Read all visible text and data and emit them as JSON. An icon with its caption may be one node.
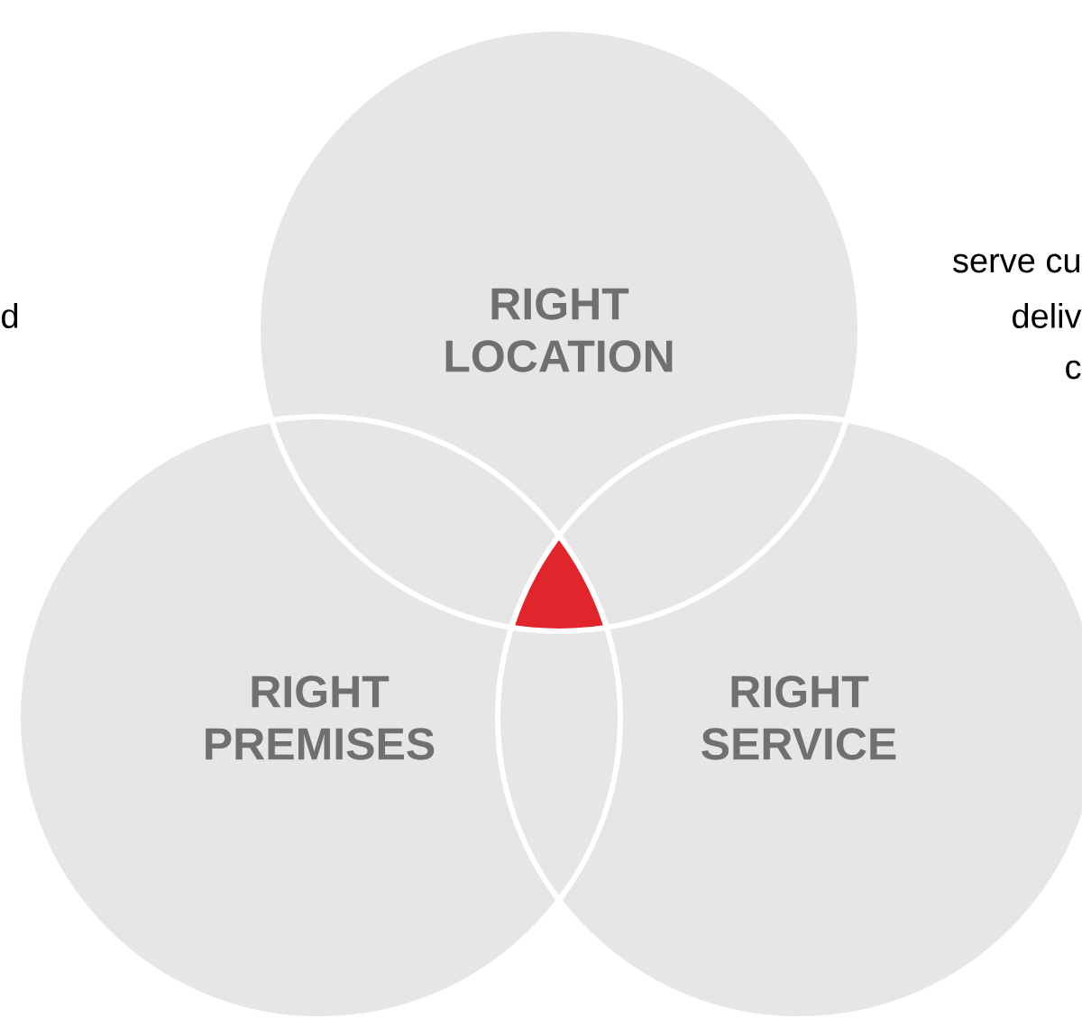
{
  "diagram": {
    "nodes": [
      {
        "text": [
          "RIGHT LOCATION"
        ]
      },
      {
        "text": [
          "RIGHT PREMISES"
        ]
      },
      {
        "text": [
          "RIGHT SERVICE"
        ]
      }
    ],
    "labels": [
      "d",
      "serve cu",
      "deliv",
      "c"
    ]
  }
}
